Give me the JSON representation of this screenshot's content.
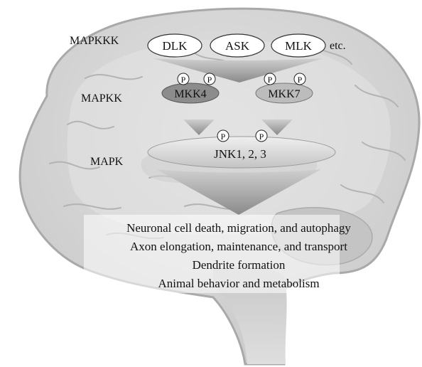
{
  "levels": {
    "mapkkk": "MAPKKK",
    "mapkk": "MAPKK",
    "mapk": "MAPK"
  },
  "kinases": {
    "dlk": "DLK",
    "ask": "ASK",
    "mlk": "MLK",
    "etc": "etc.",
    "mkk4": "MKK4",
    "mkk7": "MKK7",
    "jnk": "JNK1, 2, 3"
  },
  "phospho_label": "P",
  "outcomes": [
    "Neuronal cell death, migration, and autophagy",
    "Axon elongation, maintenance, and transport",
    "Dendrite formation",
    "Animal behavior and metabolism"
  ],
  "colors": {
    "brain_fill": "#d2d2d2",
    "brain_outline": "#a9a9a9",
    "sulci": "#b3b3b3",
    "mkk4_fill": "#8c8c8c",
    "mkk7_fill": "#bcbcbc",
    "arrow_fill": "#9d9d9d",
    "jnk_fill": "#d8d8d8",
    "oval_fill": "#ffffff",
    "text": "#111111"
  }
}
